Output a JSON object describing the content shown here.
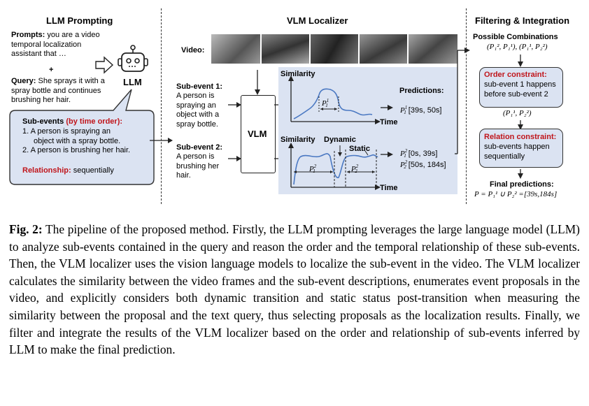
{
  "figure": {
    "llm_section": {
      "title": "LLM Prompting",
      "prompts_label": "Prompts:",
      "prompts_lines": [
        "you are a video",
        "temporal localization",
        "assistant that …"
      ],
      "plus": "+",
      "query_label": "Query:",
      "query_lines": [
        "She sprays it with a",
        "spray bottle and continues",
        "brushing her hair."
      ],
      "llm_label": "LLM",
      "subevents_label": "Sub-events",
      "subevents_order": "(by time order):",
      "subevents": [
        {
          "num": "1.",
          "lines": [
            "A person is spraying an",
            "object with a spray bottle."
          ]
        },
        {
          "num": "2.",
          "lines": [
            "A person is brushing her hair."
          ]
        }
      ],
      "relationship_label": "Relationship:",
      "relationship_value": "sequentially"
    },
    "vlm_section": {
      "title": "VLM Localizer",
      "video_label": "Video:",
      "vlm_label": "VLM",
      "sub1_title": "Sub-event 1:",
      "sub1_lines": [
        "A person is",
        "spraying an",
        "object with a",
        "spray bottle."
      ],
      "sub2_title": "Sub-event 2:",
      "sub2_lines": [
        "A person is",
        "brushing her",
        "hair."
      ],
      "sim1_label": "Similarity",
      "sim2_label": "Similarity",
      "dynamic_label": "Dynamic",
      "static_label": "Static",
      "time_label_1": "Time",
      "time_label_2": "Time",
      "predictions_label": "Predictions:",
      "pred1": {
        "p": "P",
        "sup": "1",
        "sub": "1",
        "range": "[39s, 50s]"
      },
      "pred2a": {
        "p": "P",
        "sup": "2",
        "sub": "1",
        "range": "[0s, 39s]"
      },
      "pred2b": {
        "p": "P",
        "sup": "2",
        "sub": "2",
        "range": "[50s, 184s]"
      }
    },
    "filter_section": {
      "title": "Filtering & Integration",
      "possible_label": "Possible Combinations",
      "combos_text": "(P₁², P₁¹), (P₁¹, P₂²)",
      "order_title": "Order constraint:",
      "order_lines": [
        "sub-event 1 happens",
        "before sub-event 2"
      ],
      "combo_selected": "(P₁¹, P₂²)",
      "relation_title": "Relation constraint:",
      "relation_lines": [
        "sub-events happen",
        "sequentially"
      ],
      "final_label": "Final predictions:",
      "final_formula": "P = P₁¹ ∪ P₂² =[39s,184s]"
    }
  },
  "caption": {
    "label": "Fig. 2:",
    "text": "The pipeline of the proposed method. Firstly, the LLM prompting leverages the large language model (LLM) to analyze sub-events contained in the query and reason the order and the temporal relationship of these sub-events. Then, the VLM localizer uses the vision language models to localize the sub-event in the video. The VLM localizer calculates the similarity between the video frames and the sub-event descriptions, enumerates event proposals in the video, and explicitly considers both dynamic transition and static status post-transition when measuring the similarity between the proposal and the text query, thus selecting proposals as the localization results. Finally, we filter and integrate the results of the VLM localizer based on the order and relationship of sub-events inferred by LLM to make the final prediction."
  },
  "colors": {
    "panel_blue": "#dbe3f2",
    "accent_red": "#c0151b",
    "curve_blue": "#4a78c2"
  }
}
